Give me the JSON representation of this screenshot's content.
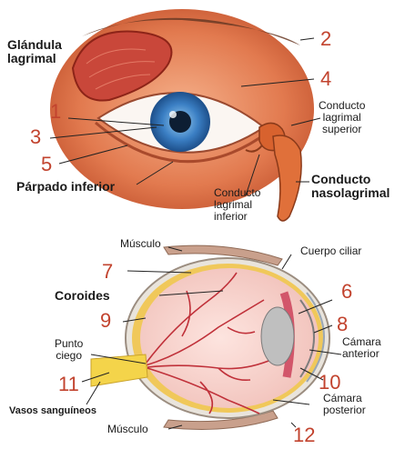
{
  "top_labels": {
    "glandula": "Glándula\nlagrimal",
    "conducto_superior": "Conducto\nlagrimal\nsuperior",
    "conducto_nasolagrimal": "Conducto\nnasolagrimal",
    "conducto_inferior": "Conducto\nlagrimal\ninferior",
    "parpado_inferior": "Párpado inferior"
  },
  "top_numbers": {
    "n1": "1",
    "n2": "2",
    "n3": "3",
    "n4": "4",
    "n5": "5"
  },
  "bottom_labels": {
    "musculo_top": "Músculo",
    "cuerpo_ciliar": "Cuerpo ciliar",
    "coroides": "Coroides",
    "punto_ciego": "Punto\nciego",
    "camara_anterior": "Cámara\nanterior",
    "camara_posterior": "Cámara\nposterior",
    "vasos": "Vasos sanguíneos",
    "musculo_bottom": "Músculo"
  },
  "bottom_numbers": {
    "n6": "6",
    "n7": "7",
    "n8": "8",
    "n9": "9",
    "n10": "10",
    "n11": "11",
    "n12": "12"
  },
  "colors": {
    "number": "#c2432e",
    "skin": "#e8845a",
    "iris": "#3b7fc4",
    "vessel": "#c0313a",
    "retina": "#f6d7d3"
  }
}
